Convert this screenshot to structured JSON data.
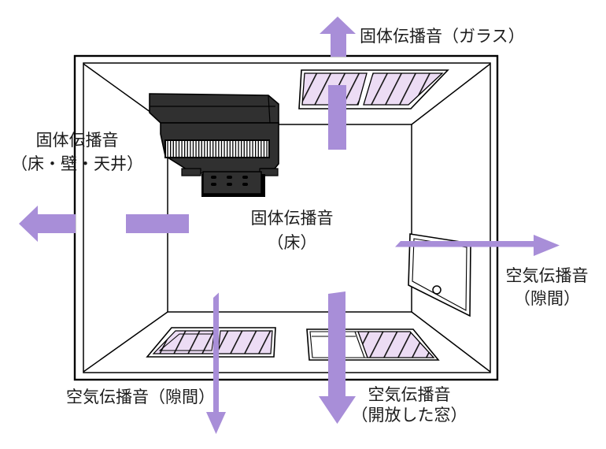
{
  "labels": {
    "top": "固体伝播音（ガラス）",
    "left": [
      "固体伝播音",
      "（床・壁・天井）"
    ],
    "floor": [
      "固体伝播音",
      "（床）"
    ],
    "right": [
      "空気伝播音",
      "（隙間）"
    ],
    "bottom_left": "空気伝播音（隙間）",
    "bottom_right": [
      "空気伝播音",
      "（開放した窓）"
    ]
  },
  "colors": {
    "arrow": "#a88ed8",
    "glass": "#ecdcf4",
    "piano": "#303030",
    "outline": "#000000",
    "text": "#1c1c1c",
    "background": "#ffffff"
  }
}
